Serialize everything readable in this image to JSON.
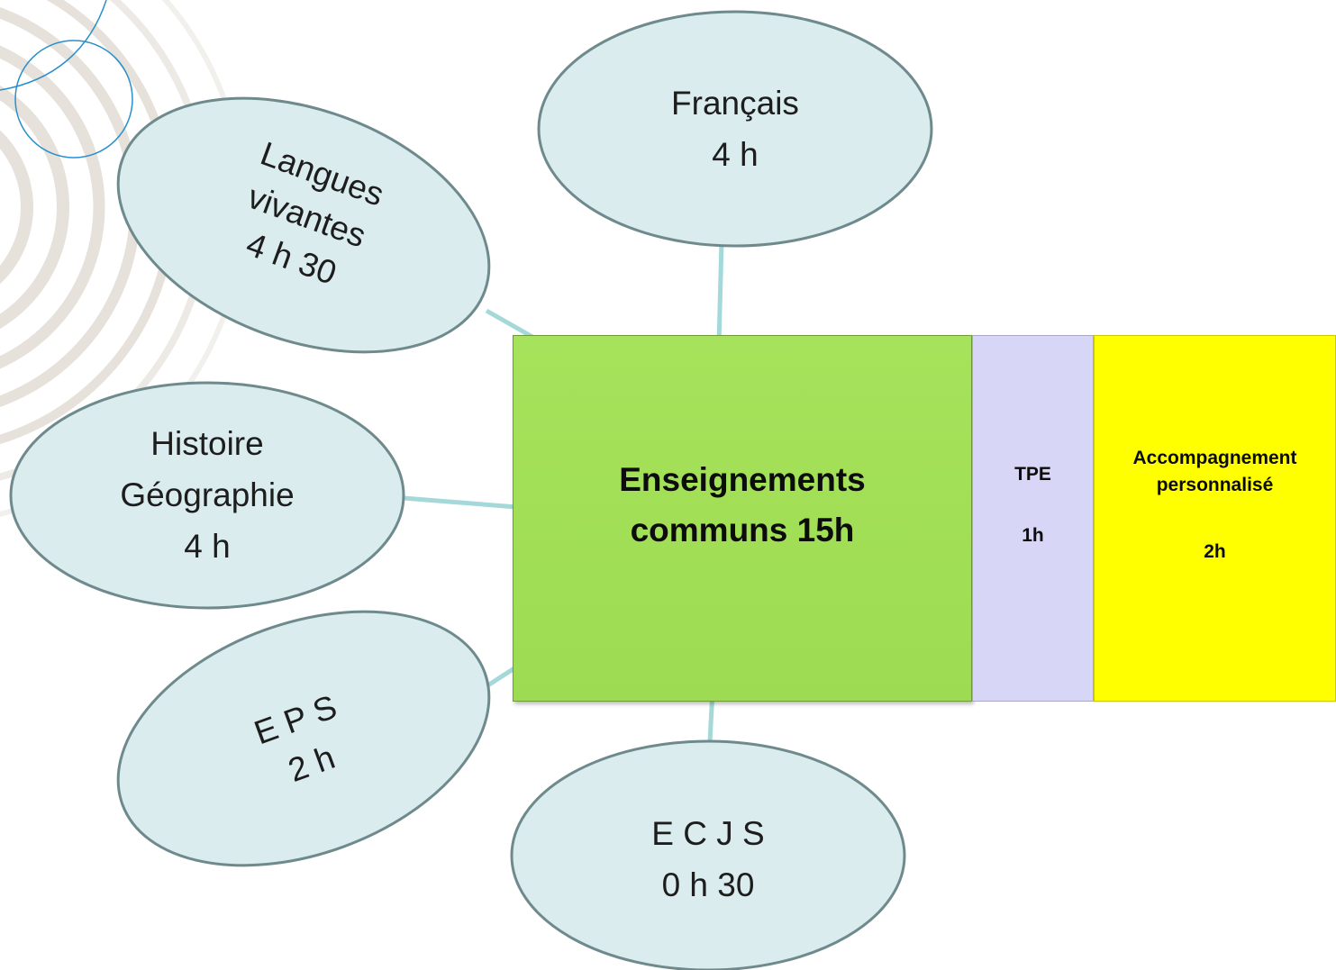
{
  "diagram": {
    "hub": {
      "title_line1": "Enseignements",
      "title_line2": "communs 15h"
    },
    "tpe": {
      "label": "TPE",
      "hours": "1h"
    },
    "accompagnement": {
      "label_line1": "Accompagnement",
      "label_line2": "personnalisé",
      "hours": "2h"
    },
    "subjects": [
      {
        "name": "Français",
        "hours": "4 h"
      },
      {
        "name_line1": "Langues",
        "name_line2": "vivantes",
        "hours": "4 h 30"
      },
      {
        "name_line1": "Histoire",
        "name_line2": "Géographie",
        "hours": "4 h"
      },
      {
        "name": "E P S",
        "hours": "2 h"
      },
      {
        "name": "E C J S",
        "hours": "0 h 30"
      }
    ]
  },
  "colors": {
    "bubble_fill": "#daecee",
    "bubble_stroke": "#6e8a8d",
    "arrow": "#a5d8d8",
    "common_block": "#9ddc52",
    "tpe_block": "#d7d6f6",
    "ap_block": "#ffff00",
    "decor_rings": "#e6e1da",
    "decor_line": "#2a8fcc"
  }
}
